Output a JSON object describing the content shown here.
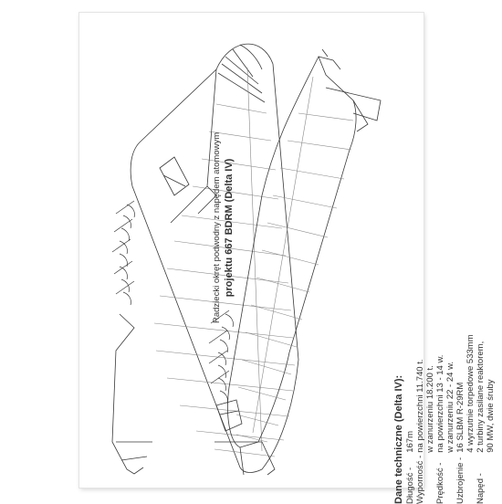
{
  "caption": {
    "line1": "Radziecki okręt podwodny z napędem atomowym",
    "line2": "projektu 667 BDRM (Delta IV)"
  },
  "specs": {
    "title": "Dane techniczne (Delta IV):",
    "rows": [
      {
        "label": "Długość -",
        "lines": [
          "167m"
        ]
      },
      {
        "label": "Wyporność -",
        "lines": [
          "na powierzchni 11.740 t.",
          "w zanurzeniu 18.200 t."
        ]
      },
      {
        "label": "Prędkość -",
        "lines": [
          "na powierzchni 13 - 14 w.",
          "w zanurzeniu 22 - 24 w."
        ]
      },
      {
        "label": "Uzbrojenie -",
        "lines": [
          "16 SLBM R-29RM",
          "4 wyrzutnie torpedowe 533mm"
        ]
      },
      {
        "label": "Napęd -",
        "lines": [
          "2 turbiny zasilane reaktorem,",
          "90 MW, dwie śruby"
        ]
      }
    ]
  }
}
